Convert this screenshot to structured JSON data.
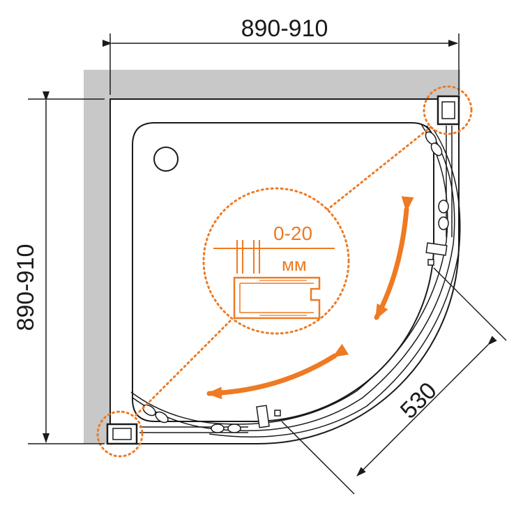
{
  "dimensions": {
    "top_width": "890-910",
    "left_height": "890-910",
    "door_width": "530"
  },
  "detail": {
    "adjustment_range": "0-20",
    "unit": "мм"
  },
  "colors": {
    "accent_orange": "#ee7a22",
    "wall_gray": "#c8c8c8",
    "line_dark": "#1a1a1a"
  }
}
